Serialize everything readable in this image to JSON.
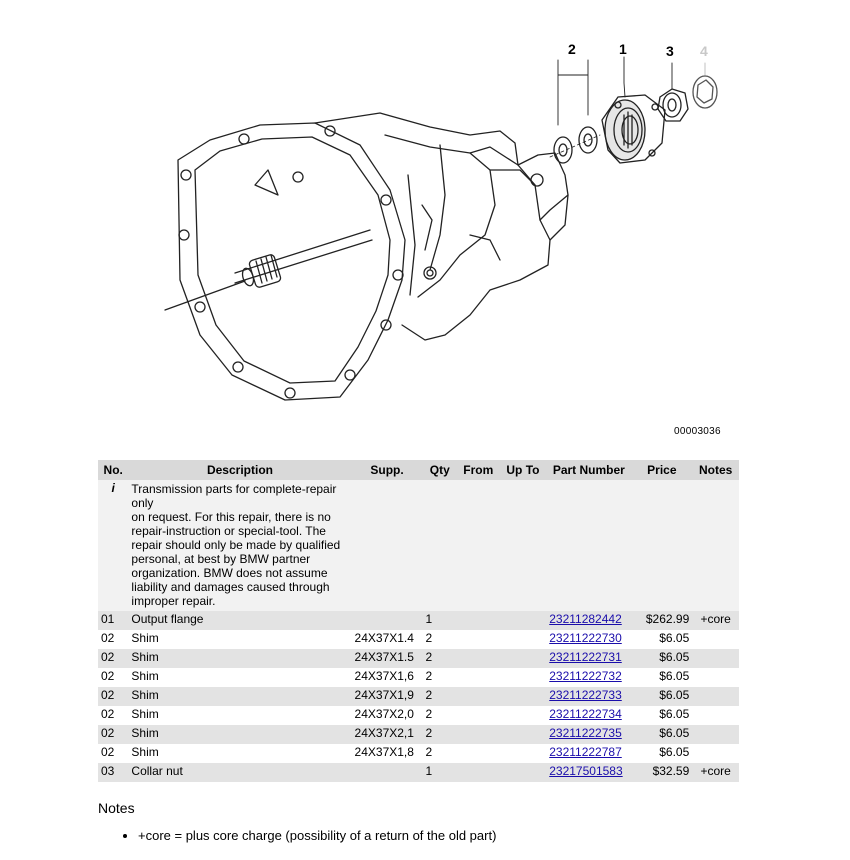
{
  "diagram": {
    "callouts": [
      "2",
      "1",
      "3",
      "4"
    ],
    "id": "00003036"
  },
  "table": {
    "headers": [
      "No.",
      "Description",
      "Supp.",
      "Qty",
      "From",
      "Up To",
      "Part Number",
      "Price",
      "Notes"
    ],
    "info": {
      "icon": "i",
      "line1": "Transmission parts for complete-repair only",
      "line2": "on request. For this repair, there is no repair-instruction or special-tool. The repair should only be made by qualified personal, at best by BMW partner organization. BMW does not assume liability and damages caused through improper repair."
    },
    "rows": [
      {
        "no": "01",
        "desc": "Output flange",
        "supp": "",
        "qty": "1",
        "from": "",
        "upto": "",
        "part": "23211282442",
        "price": "$262.99",
        "notes": "+core"
      },
      {
        "no": "02",
        "desc": "Shim",
        "supp": "24X37X1.4",
        "qty": "2",
        "from": "",
        "upto": "",
        "part": "23211222730",
        "price": "$6.05",
        "notes": ""
      },
      {
        "no": "02",
        "desc": "Shim",
        "supp": "24X37X1.5",
        "qty": "2",
        "from": "",
        "upto": "",
        "part": "23211222731",
        "price": "$6.05",
        "notes": ""
      },
      {
        "no": "02",
        "desc": "Shim",
        "supp": "24X37X1,6",
        "qty": "2",
        "from": "",
        "upto": "",
        "part": "23211222732",
        "price": "$6.05",
        "notes": ""
      },
      {
        "no": "02",
        "desc": "Shim",
        "supp": "24X37X1,9",
        "qty": "2",
        "from": "",
        "upto": "",
        "part": "23211222733",
        "price": "$6.05",
        "notes": ""
      },
      {
        "no": "02",
        "desc": "Shim",
        "supp": "24X37X2,0",
        "qty": "2",
        "from": "",
        "upto": "",
        "part": "23211222734",
        "price": "$6.05",
        "notes": ""
      },
      {
        "no": "02",
        "desc": "Shim",
        "supp": "24X37X2,1",
        "qty": "2",
        "from": "",
        "upto": "",
        "part": "23211222735",
        "price": "$6.05",
        "notes": ""
      },
      {
        "no": "02",
        "desc": "Shim",
        "supp": "24X37X1,8",
        "qty": "2",
        "from": "",
        "upto": "",
        "part": "23211222787",
        "price": "$6.05",
        "notes": ""
      },
      {
        "no": "03",
        "desc": "Collar nut",
        "supp": "",
        "qty": "1",
        "from": "",
        "upto": "",
        "part": "23217501583",
        "price": "$32.59",
        "notes": "+core"
      }
    ]
  },
  "notes": {
    "heading": "Notes",
    "items": [
      "+core = plus core charge (possibility of a return of the old part)"
    ]
  },
  "colors": {
    "header_bg": "#d9d9d9",
    "row_alt_bg": "#e3e3e3",
    "link": "#1a0dab"
  }
}
